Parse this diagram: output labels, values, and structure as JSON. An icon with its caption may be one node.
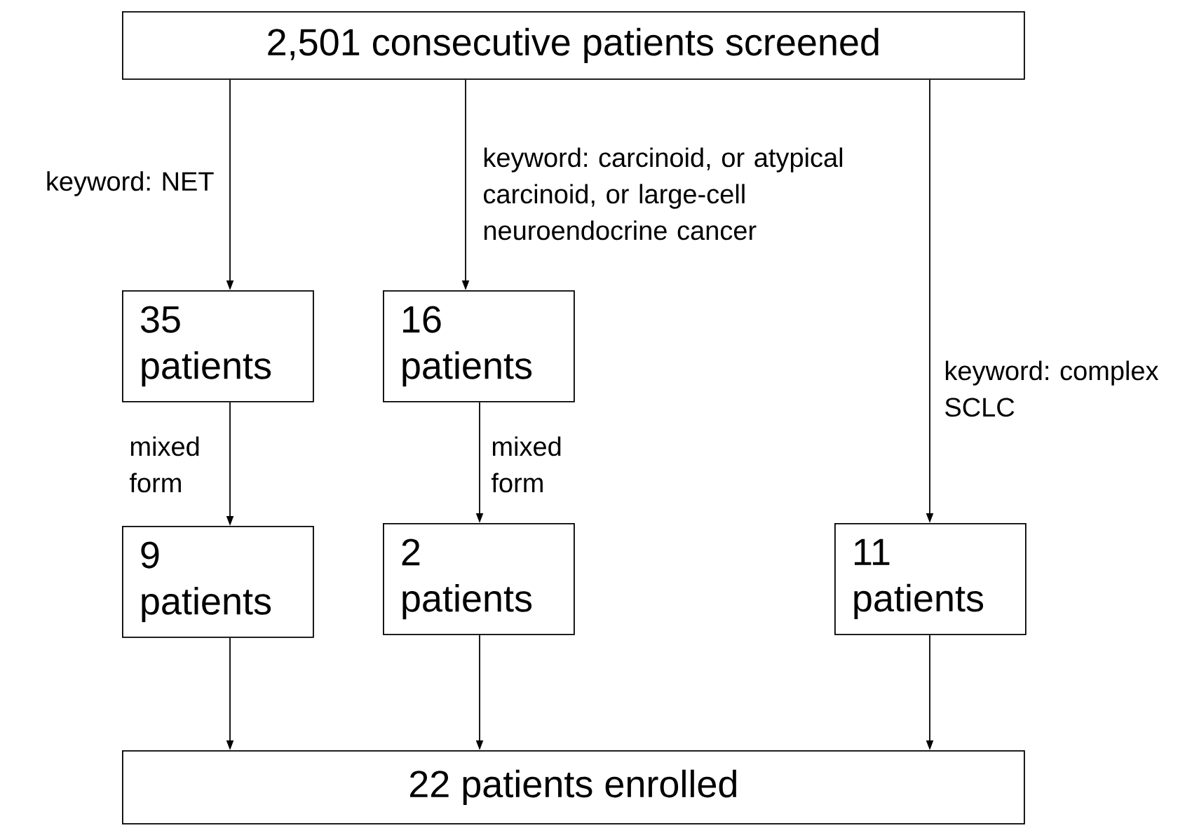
{
  "diagram": {
    "nodes": [
      {
        "text": [
          "2,501 consecutive patients screened"
        ]
      },
      {
        "text": [
          "35 patients"
        ]
      },
      {
        "text": [
          "16 patients"
        ]
      },
      {
        "text": [
          "9 patients"
        ]
      },
      {
        "text": [
          "2 patients"
        ]
      },
      {
        "text": [
          "11 patients"
        ]
      },
      {
        "text": [
          "22 patients enrolled"
        ]
      }
    ],
    "edges": [
      {
        "from": 0,
        "to": 1,
        "arrow": "to",
        "label": "keyword: NET"
      },
      {
        "from": 0,
        "to": 2,
        "arrow": "to",
        "label": "keyword: carcinoid, or atypical carcinoid, or large-cell neuroendocrine cancer"
      },
      {
        "from": 0,
        "to": 5,
        "arrow": "to",
        "label": "keyword: complex SCLC"
      },
      {
        "from": 1,
        "to": 3,
        "arrow": "to",
        "label": "mixed form"
      },
      {
        "from": 2,
        "to": 4,
        "arrow": "to",
        "label": "mixed form"
      },
      {
        "from": 3,
        "to": 6,
        "arrow": "to"
      },
      {
        "from": 4,
        "to": 6,
        "arrow": "to"
      },
      {
        "from": 5,
        "to": 6,
        "arrow": "to"
      }
    ]
  }
}
